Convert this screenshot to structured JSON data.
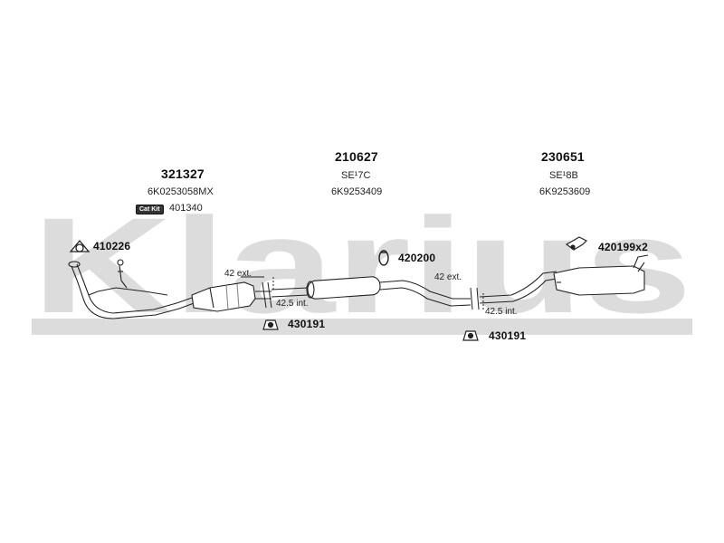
{
  "watermark": "Klarius",
  "colors": {
    "watermark": "#dcdcdc",
    "ink": "#222222",
    "background": "#ffffff"
  },
  "front_section": {
    "part_number": "321327",
    "oem_number": "6K0253058MX",
    "cat_kit_label": "Cat Kit",
    "cat_kit_number": "401340",
    "gasket_part": "410226",
    "clamp_ext": "42 ext.",
    "clamp_int": "42.5 int.",
    "mount_part": "430191"
  },
  "middle_section": {
    "part_number": "210627",
    "code": "SE¹7C",
    "oem_number": "6K9253409",
    "hanger_part": "420200",
    "clamp_ext": "42 ext.",
    "clamp_int": "42.5 int.",
    "mount_part": "430191"
  },
  "rear_section": {
    "part_number": "230651",
    "code": "SE¹8B",
    "oem_number": "6K9253609",
    "hanger_part": "420199x2"
  }
}
